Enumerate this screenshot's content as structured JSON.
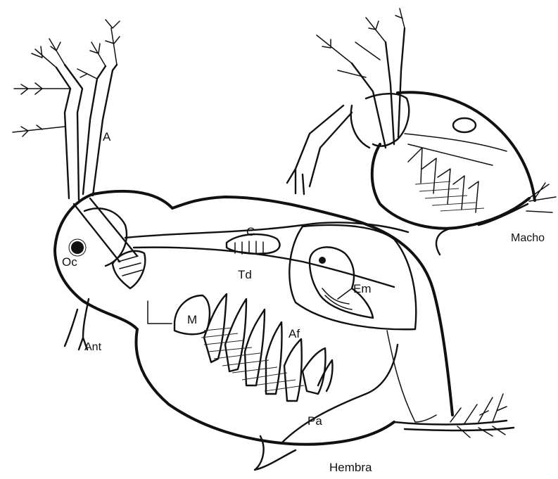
{
  "figure": {
    "female_caption": "Hembra",
    "male_caption": "Macho",
    "labels": {
      "A": "A",
      "Oc": "Oc",
      "Ant": "Ant",
      "C": "C",
      "Td": "Td",
      "Em": "Em",
      "M": "M",
      "Af": "Af",
      "Pa": "Pa"
    }
  }
}
